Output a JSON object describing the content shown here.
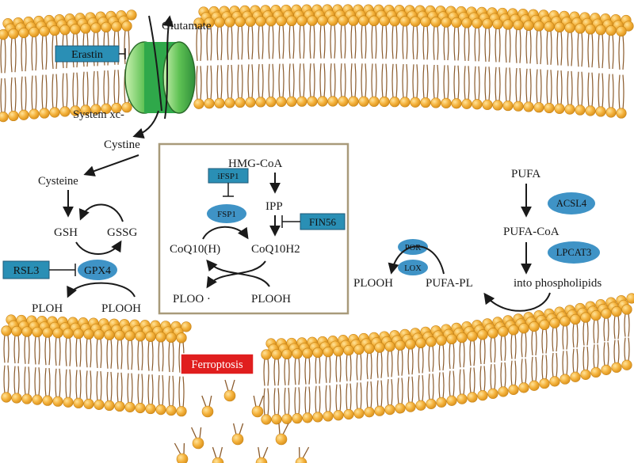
{
  "colors": {
    "lipid_head": "#f4b23c",
    "lipid_head_dark": "#d8901c",
    "lipid_tail": "#8a5a2b",
    "inhibitor_box": "#2a8fb5",
    "enzyme_ellipse": "#3f93c6",
    "channel": "#2fa84a",
    "ferroptosis_bg": "#e01e1e",
    "frame": "#a89a7a"
  },
  "membrane": {
    "transporter_name": "System xc-",
    "import_label": "Cystine",
    "export_label": "Glutamate"
  },
  "inhibitors": {
    "erastin": "Erastin",
    "rsl3": "RSL3",
    "ifsp1": "iFSP1",
    "fin56": "FIN56"
  },
  "gsh_pathway": {
    "cysteine": "Cysteine",
    "gsh": "GSH",
    "gssg": "GSSG",
    "gpx4": "GPX4",
    "ploh": "PLOH",
    "plooh": "PLOOH"
  },
  "mevalonate_pathway": {
    "hmg_coa": "HMG-CoA",
    "ipp": "IPP",
    "fsp1": "FSP1",
    "coq10_h": "CoQ10(H)",
    "coq10_h2": "CoQ10H2",
    "ploo": "PLOO ·",
    "plooh": "PLOOH"
  },
  "pufa_pathway": {
    "pufa": "PUFA",
    "acsl4": "ACSL4",
    "pufa_coa": "PUFA-CoA",
    "lpcat3": "LPCAT3",
    "incorporation": "into phospholipids",
    "pufa_pl": "PUFA-PL",
    "plooh": "PLOOH",
    "por": "POR",
    "lox": "LOX"
  },
  "outcome": {
    "ferroptosis": "Ferroptosis"
  }
}
